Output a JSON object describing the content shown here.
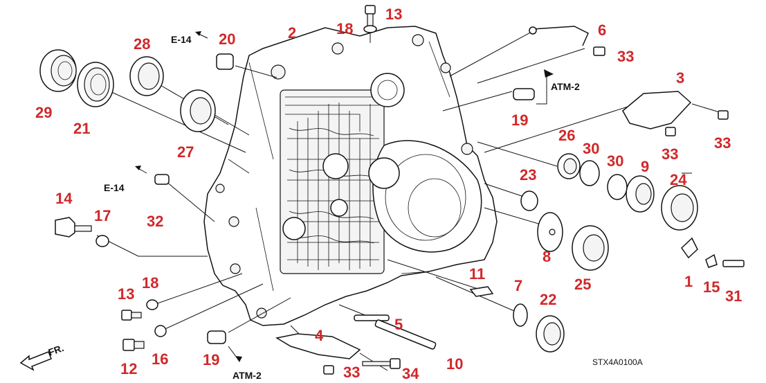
{
  "diagram": {
    "part_labels": [
      {
        "id": "p1",
        "text": "1"
      },
      {
        "id": "p2",
        "text": "2"
      },
      {
        "id": "p3",
        "text": "3"
      },
      {
        "id": "p4",
        "text": "4"
      },
      {
        "id": "p5",
        "text": "5"
      },
      {
        "id": "p6",
        "text": "6"
      },
      {
        "id": "p7",
        "text": "7"
      },
      {
        "id": "p8",
        "text": "8"
      },
      {
        "id": "p9",
        "text": "9"
      },
      {
        "id": "p10",
        "text": "10"
      },
      {
        "id": "p11",
        "text": "11"
      },
      {
        "id": "p12",
        "text": "12"
      },
      {
        "id": "p13a",
        "text": "13"
      },
      {
        "id": "p13b",
        "text": "13"
      },
      {
        "id": "p14",
        "text": "14"
      },
      {
        "id": "p15",
        "text": "15"
      },
      {
        "id": "p16",
        "text": "16"
      },
      {
        "id": "p17",
        "text": "17"
      },
      {
        "id": "p18a",
        "text": "18"
      },
      {
        "id": "p18b",
        "text": "18"
      },
      {
        "id": "p19a",
        "text": "19"
      },
      {
        "id": "p19b",
        "text": "19"
      },
      {
        "id": "p20",
        "text": "20"
      },
      {
        "id": "p21",
        "text": "21"
      },
      {
        "id": "p22",
        "text": "22"
      },
      {
        "id": "p23",
        "text": "23"
      },
      {
        "id": "p24",
        "text": "24"
      },
      {
        "id": "p25",
        "text": "25"
      },
      {
        "id": "p26",
        "text": "26"
      },
      {
        "id": "p27",
        "text": "27"
      },
      {
        "id": "p28",
        "text": "28"
      },
      {
        "id": "p29",
        "text": "29"
      },
      {
        "id": "p30a",
        "text": "30"
      },
      {
        "id": "p30b",
        "text": "30"
      },
      {
        "id": "p31",
        "text": "31"
      },
      {
        "id": "p32",
        "text": "32"
      },
      {
        "id": "p33a",
        "text": "33"
      },
      {
        "id": "p33b",
        "text": "33"
      },
      {
        "id": "p33c",
        "text": "33"
      },
      {
        "id": "p33d",
        "text": "33"
      },
      {
        "id": "p34",
        "text": "34"
      }
    ],
    "references": {
      "e14_top": "E-14",
      "e14_left": "E-14",
      "atm2_top": "ATM-2",
      "atm2_bottom": "ATM-2",
      "front": "FR."
    },
    "drawing_code": "STX4A0100A",
    "colors": {
      "label": "#d0282a",
      "line": "#111111",
      "background": "#ffffff"
    }
  }
}
